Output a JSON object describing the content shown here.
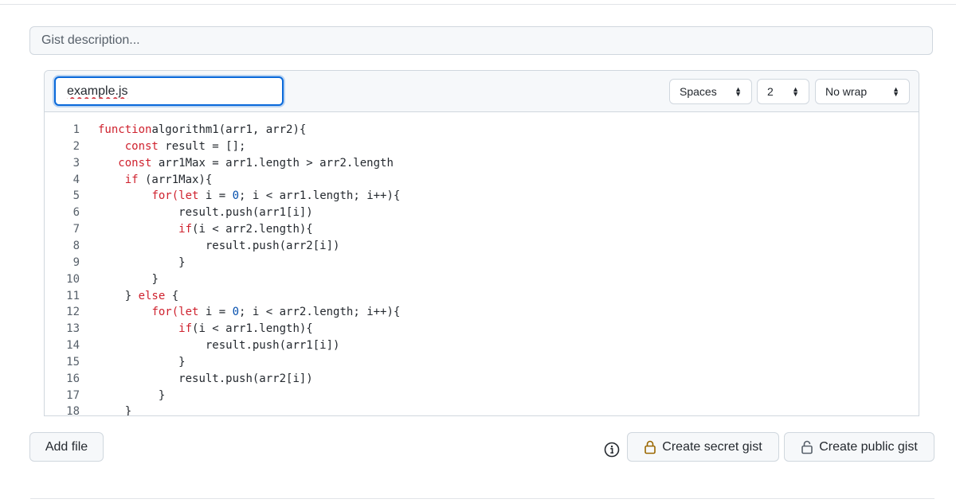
{
  "description": {
    "placeholder": "Gist description..."
  },
  "file": {
    "filename": "example.js",
    "indent_mode": "Spaces",
    "indent_size": "2",
    "wrap_mode": "No wrap"
  },
  "code_lines": [
    {
      "n": "1",
      "indent": 0,
      "segs": [
        [
          "kw",
          "function"
        ],
        [
          "",
          "algorithm1(arr1, arr2){"
        ]
      ]
    },
    {
      "n": "2",
      "indent": 4,
      "segs": [
        [
          "kw",
          "const"
        ],
        [
          "",
          " result = [];"
        ]
      ]
    },
    {
      "n": "3",
      "indent": 3,
      "segs": [
        [
          "kw",
          "const"
        ],
        [
          "",
          " arr1Max = arr1.length > arr2.length"
        ]
      ]
    },
    {
      "n": "4",
      "indent": 4,
      "segs": [
        [
          "kw",
          "if"
        ],
        [
          "",
          " (arr1Max){"
        ]
      ]
    },
    {
      "n": "5",
      "indent": 8,
      "segs": [
        [
          "kw",
          "for(let"
        ],
        [
          "",
          " i = "
        ],
        [
          "num",
          "0"
        ],
        [
          "",
          "; i < arr1.length; i++){"
        ]
      ]
    },
    {
      "n": "6",
      "indent": 12,
      "segs": [
        [
          "",
          "result.push(arr1[i])"
        ]
      ]
    },
    {
      "n": "7",
      "indent": 12,
      "segs": [
        [
          "kw",
          "if"
        ],
        [
          "",
          "(i < arr2.length){"
        ]
      ]
    },
    {
      "n": "8",
      "indent": 16,
      "segs": [
        [
          "",
          "result.push(arr2[i])"
        ]
      ]
    },
    {
      "n": "9",
      "indent": 12,
      "segs": [
        [
          "",
          "}"
        ]
      ]
    },
    {
      "n": "10",
      "indent": 8,
      "segs": [
        [
          "",
          "}"
        ]
      ]
    },
    {
      "n": "11",
      "indent": 4,
      "segs": [
        [
          "",
          "} "
        ],
        [
          "kw",
          "else"
        ],
        [
          "",
          " {"
        ]
      ]
    },
    {
      "n": "12",
      "indent": 8,
      "segs": [
        [
          "kw",
          "for(let"
        ],
        [
          "",
          " i = "
        ],
        [
          "num",
          "0"
        ],
        [
          "",
          "; i < arr2.length; i++){"
        ]
      ]
    },
    {
      "n": "13",
      "indent": 12,
      "segs": [
        [
          "kw",
          "if"
        ],
        [
          "",
          "(i < arr1.length){"
        ]
      ]
    },
    {
      "n": "14",
      "indent": 16,
      "segs": [
        [
          "",
          "result.push(arr1[i])"
        ]
      ]
    },
    {
      "n": "15",
      "indent": 12,
      "segs": [
        [
          "",
          "}"
        ]
      ]
    },
    {
      "n": "16",
      "indent": 12,
      "segs": [
        [
          "",
          "result.push(arr2[i])"
        ]
      ]
    },
    {
      "n": "17",
      "indent": 9,
      "segs": [
        [
          "",
          "}"
        ]
      ]
    },
    {
      "n": "18",
      "indent": 4,
      "segs": [
        [
          "",
          "}"
        ]
      ]
    }
  ],
  "actions": {
    "add_file": "Add file",
    "create_secret": "Create secret gist",
    "create_public": "Create public gist"
  },
  "colors": {
    "keyword": "#cf222e",
    "number": "#0550ae",
    "focus": "#0969da",
    "lock": "#9a6700"
  }
}
